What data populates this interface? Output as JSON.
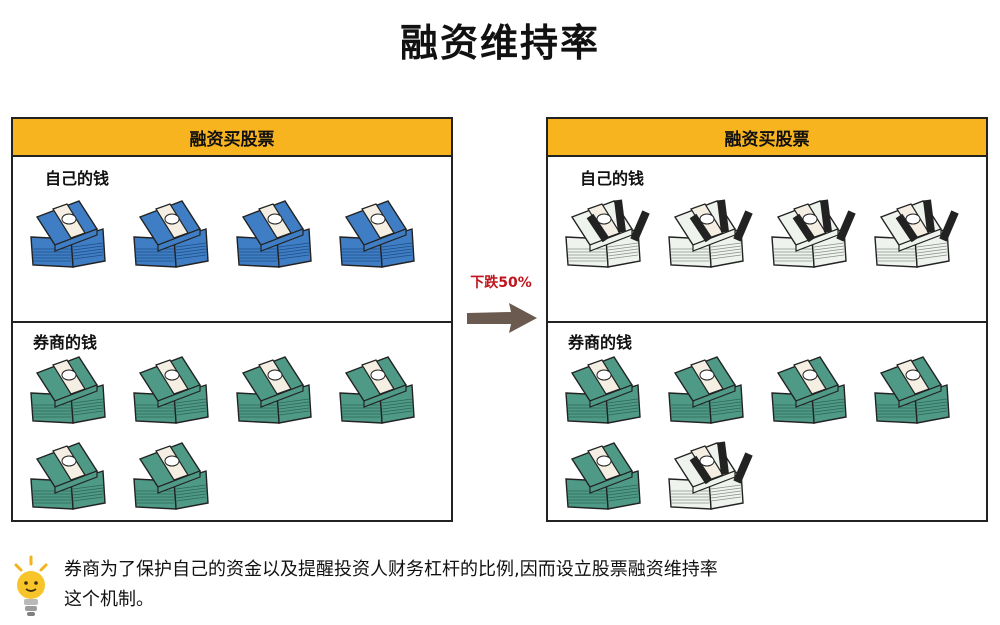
{
  "title": "融资维持率",
  "arrow_label": "下跌50%",
  "left_panel": {
    "header": "融资买股票",
    "own_label": "自己的钱",
    "broker_label": "券商的钱"
  },
  "right_panel": {
    "header": "融资买股票",
    "own_label": "自己的钱",
    "broker_label": "券商的钱"
  },
  "note": "券商为了保护自己的资金以及提醒投资人财务杠杆的比例,因而设立股票融资维持率这个机制。",
  "colors": {
    "header_bg": "#f7b41f",
    "own_money": "#3f7ec4",
    "broker_money": "#4f9a86",
    "faded_money": "#eef3ee",
    "arrow": "#6b5a4f",
    "arrow_label": "#c0141c"
  },
  "icons": [
    "lightbulb-icon",
    "money-stack-icon",
    "right-arrow-icon"
  ]
}
